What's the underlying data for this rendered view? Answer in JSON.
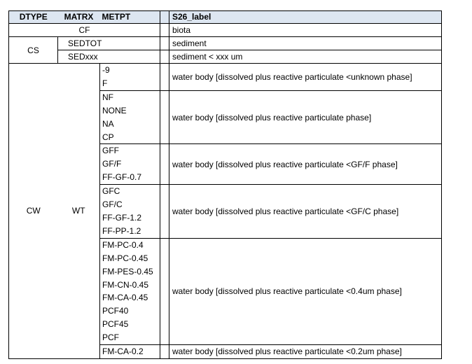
{
  "headers": {
    "dtype": "DTYPE",
    "matrx": "MATRX",
    "metpt": "METPT",
    "label": "S26_label"
  },
  "rows": {
    "cf": {
      "dtype": "CF",
      "label": "biota"
    },
    "cs": {
      "dtype": "CS",
      "sub": [
        {
          "matrx": "SEDTOT",
          "label": "sediment"
        },
        {
          "matrx": "SEDxxx",
          "label": "sediment < xxx um"
        }
      ]
    },
    "cw": {
      "dtype": "CW",
      "matrx": "WT",
      "groups": [
        {
          "metpt": [
            "-9",
            "F"
          ],
          "label": "water body [dissolved plus reactive particulate <unknown phase]"
        },
        {
          "metpt": [
            "NF",
            "NONE",
            "NA",
            "CP"
          ],
          "label": "water body [dissolved plus reactive particulate phase]"
        },
        {
          "metpt": [
            "GFF",
            "GF/F",
            "FF-GF-0.7"
          ],
          "label": "water body [dissolved plus reactive particulate <GF/F phase]"
        },
        {
          "metpt": [
            "GFC",
            "GF/C",
            "FF-GF-1.2",
            "FF-PP-1.2"
          ],
          "label": "water body [dissolved plus reactive particulate <GF/C phase]"
        },
        {
          "metpt": [
            "FM-PC-0.4",
            "FM-PC-0.45",
            "FM-PES-0.45",
            "FM-CN-0.45",
            "FM-CA-0.45",
            "PCF40",
            "PCF45",
            "PCF"
          ],
          "label": "water body [dissolved plus reactive particulate <0.4um phase]"
        },
        {
          "metpt": [
            "FM-CA-0.2"
          ],
          "label": "water body [dissolved plus reactive particulate <0.2um phase]"
        }
      ]
    }
  }
}
